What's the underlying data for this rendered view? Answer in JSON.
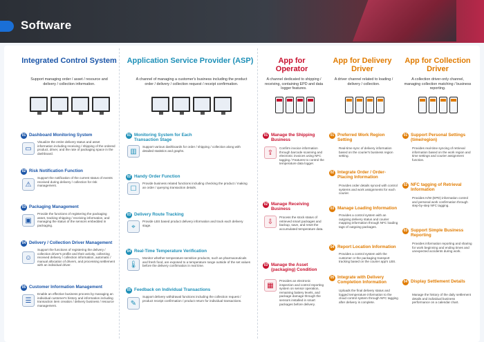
{
  "header": {
    "title": "Software"
  },
  "columns": [
    {
      "title": "Integrated Control System",
      "desc": "Support managing order / asset / resource and delivery / collection information.",
      "features": [
        {
          "num": "01",
          "title": "Dashboard Monitoring System",
          "icon": "monitor-icon",
          "desc": "Visualize the entire delivery status and asset information including receiving / shipping of the ordered product, driver, and the rate of packaging space in the dashboard."
        },
        {
          "num": "02",
          "title": "Risk Notification Function",
          "icon": "alert-icon",
          "desc": "Support the notification of the current status of events received during delivery / collection for risk management."
        },
        {
          "num": "03",
          "title": "Packaging Management",
          "icon": "box-icon",
          "desc": "Provide the functions of registering the packaging asset, tracking shipping / receiving information, and managing the status of the sensors embedded in packaging."
        },
        {
          "num": "04",
          "title": "Delivery / Collection Driver Management",
          "icon": "driver-icon",
          "desc": "Support the functions of registering the delivery / collection driver's profile and their activity, collecting received delivery / collection information, automatic / manual allocation of drivers, and processing settlement with an individual driver."
        },
        {
          "num": "05",
          "title": "Customer Information Management",
          "icon": "clipboard-icon",
          "desc": "Enable an effective business process by managing an individual customer's history and information including transaction item creation / delivery business / resource management."
        }
      ]
    },
    {
      "title": "Application Service Provider (ASP)",
      "desc": "A channel of managing a customer's business including the product order / delivery / collection request / receipt confirmation.",
      "features": [
        {
          "num": "01",
          "title": "Monitoring System for Each Transaction Stage",
          "icon": "chart-icon",
          "desc": "Support various dashboards for order / shipping / collection along with detailed statistics and graphs."
        },
        {
          "num": "02",
          "title": "Handy Order Function",
          "icon": "order-icon",
          "desc": "Provide business related functions including checking the product / making an order / querying transaction details."
        },
        {
          "num": "03",
          "title": "Delivery Route Tracking",
          "icon": "route-icon",
          "desc": "Provide LBS based product delivery information and track each delivery stage."
        },
        {
          "num": "04",
          "title": "Real-Time Temperature Verification",
          "icon": "thermometer-icon",
          "desc": "Monitor whether temperature-sensitive products, such as pharmaceuticals and fresh food, are exposed to a temperature range outside of the set values before the delivery confirmation in real time."
        },
        {
          "num": "05",
          "title": "Feedback on Individual Transactions",
          "icon": "feedback-icon",
          "desc": "Support delivery withdrawal functions including the collection request / product receipt confirmation / product return for individual transactions."
        }
      ]
    },
    {
      "title": "App for Operator",
      "desc": "A channel dedicated to shipping / receiving, containing EPD and data logger features.",
      "features": [
        {
          "num": "01",
          "title": "Manage the Shipping Business",
          "icon": "ship-icon",
          "desc": "Confirm invoice information through barcode scanning and electronic invoices using NFC tagging / Features to control the temperature data logger."
        },
        {
          "num": "02",
          "title": "Manage Receiving Business",
          "icon": "receive-icon",
          "desc": "Process the stock status of retrieved smart packages and backup, save, and reset the accumulated temperature data."
        },
        {
          "num": "03",
          "title": "Manage the Asset (packaging) Condition",
          "icon": "asset-icon",
          "desc": "Provides an electronic inspection and control reporting system on sensor operation, remaining battery levels, and package damage through the sensors installed in smart packages before delivery."
        }
      ]
    },
    {
      "title": "App for Delivery Driver",
      "desc": "A driver channel related to loading / delivery / collection.",
      "features": [
        {
          "num": "01",
          "title": "Preferred Work Region Setting",
          "icon": "",
          "desc": "Real-time sync of delivery information based on the courier's business region setting."
        },
        {
          "num": "02",
          "title": "Integrate Order / Order-Placing Information",
          "icon": "",
          "desc": "Provides order details synced with control systems and work assignments for each courier."
        },
        {
          "num": "03",
          "title": "Manage Loading Information",
          "icon": "",
          "desc": "Provides a control system with an outgoing delivery status and courier mapping information through NFC loading tags of outgoing packages."
        },
        {
          "num": "04",
          "title": "Report Location Information",
          "icon": "",
          "desc": "Provides a control system with the customer or the packaging transport tracking based on the courier app's LBS."
        },
        {
          "num": "05",
          "title": "Integrate with Delivery Completion Information",
          "icon": "",
          "desc": "Uploads the final delivery status and logged temperature information to the cloud control system through NFC tagging after delivery is complete."
        }
      ]
    },
    {
      "title": "App for Collection Driver",
      "desc": "A collection driver-only channel, managing collection matching / business reporting.",
      "features": [
        {
          "num": "01",
          "title": "Support Personal Settings (time/region)",
          "icon": "",
          "desc": "Provides real-time syncing of retrieval information based on the work region and time settings and courier assignment function."
        },
        {
          "num": "02",
          "title": "NFC tagging of Retrieval Information",
          "icon": "",
          "desc": "Provides H/W (EPD) information control and personal work confirmation through step-by-step NFC tagging."
        },
        {
          "num": "03",
          "title": "Support Simple Business Reporting",
          "icon": "",
          "desc": "Provides information reporting and sharing for work beginning and ending times and unexpected accidents during work."
        },
        {
          "num": "04",
          "title": "Display Settlement Details",
          "icon": "",
          "desc": "Manage the history of the daily settlement details and individual business performance on a calendar chart."
        }
      ]
    }
  ]
}
